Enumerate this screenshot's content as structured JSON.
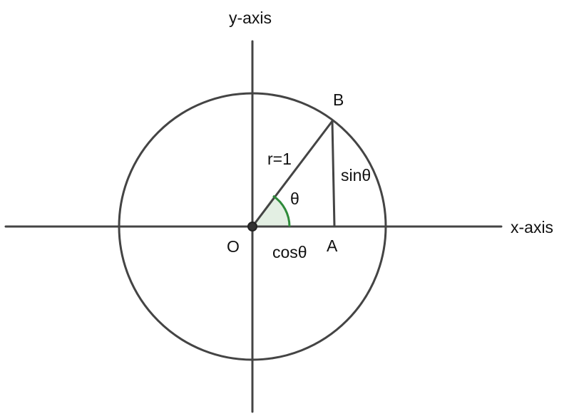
{
  "labels": {
    "y_axis": "y-axis",
    "x_axis": "x-axis",
    "origin": "O",
    "point_a": "A",
    "point_b": "B",
    "radius": "r=1",
    "angle": "θ",
    "sin": "sinθ",
    "cos": "cosθ"
  },
  "colors": {
    "line": "#444444",
    "angle_arc": "#2e8b3a",
    "angle_fill": "#e3efe3",
    "origin_dot": "#333333",
    "text": "#111111"
  }
}
